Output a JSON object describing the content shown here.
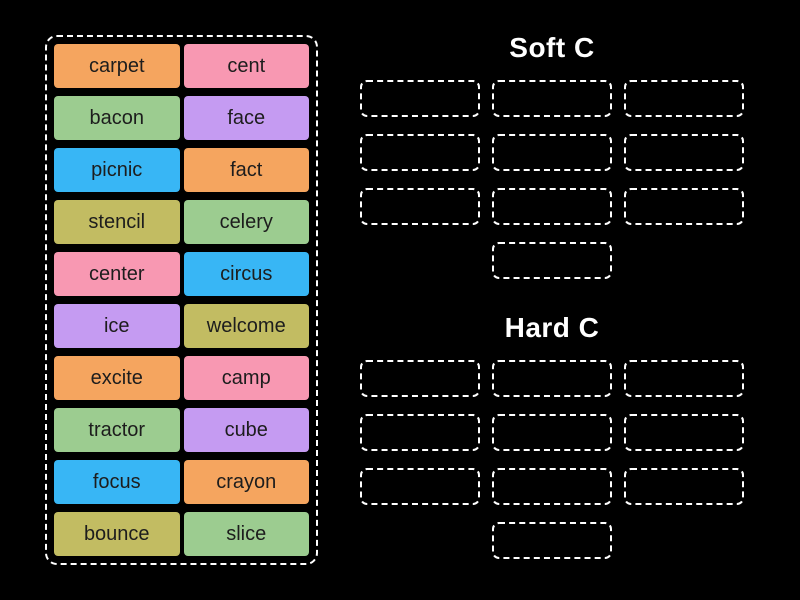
{
  "activity": {
    "kind": "group-sort"
  },
  "colors": {
    "background": "#000000",
    "outline": "#ffffff",
    "tile_text": "#1d1d1d",
    "tile_orange": "#f5a55f",
    "tile_pink": "#f898b2",
    "tile_green": "#9ccc90",
    "tile_purple": "#c59bf2",
    "tile_blue": "#38b6f5",
    "tile_olive": "#c2bc62"
  },
  "word_bank": {
    "tiles": [
      {
        "label": "carpet",
        "color": "#f5a55f"
      },
      {
        "label": "cent",
        "color": "#f898b2"
      },
      {
        "label": "bacon",
        "color": "#9ccc90"
      },
      {
        "label": "face",
        "color": "#c59bf2"
      },
      {
        "label": "picnic",
        "color": "#38b6f5"
      },
      {
        "label": "fact",
        "color": "#f5a55f"
      },
      {
        "label": "stencil",
        "color": "#c2bc62"
      },
      {
        "label": "celery",
        "color": "#9ccc90"
      },
      {
        "label": "center",
        "color": "#f898b2"
      },
      {
        "label": "circus",
        "color": "#38b6f5"
      },
      {
        "label": "ice",
        "color": "#c59bf2"
      },
      {
        "label": "welcome",
        "color": "#c2bc62"
      },
      {
        "label": "excite",
        "color": "#f5a55f"
      },
      {
        "label": "camp",
        "color": "#f898b2"
      },
      {
        "label": "tractor",
        "color": "#9ccc90"
      },
      {
        "label": "cube",
        "color": "#c59bf2"
      },
      {
        "label": "focus",
        "color": "#38b6f5"
      },
      {
        "label": "crayon",
        "color": "#f5a55f"
      },
      {
        "label": "bounce",
        "color": "#c2bc62"
      },
      {
        "label": "slice",
        "color": "#9ccc90"
      }
    ]
  },
  "categories": [
    {
      "title": "Soft C",
      "slot_count": 10
    },
    {
      "title": "Hard C",
      "slot_count": 10
    }
  ]
}
